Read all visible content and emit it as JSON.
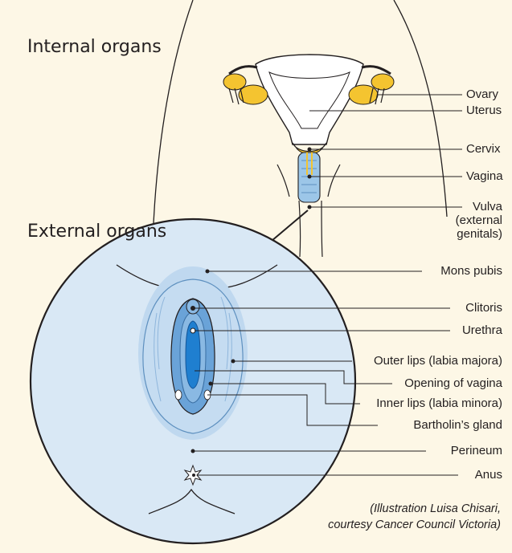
{
  "headings": {
    "internal": "Internal organs",
    "external": "External organs"
  },
  "internal_labels": {
    "ovary": "Ovary",
    "uterus": "Uterus",
    "cervix": "Cervix",
    "vagina": "Vagina",
    "vulva_line1": "Vulva",
    "vulva_line2": "(external",
    "vulva_line3": "genitals)"
  },
  "external_labels": {
    "mons_pubis": "Mons pubis",
    "clitoris": "Clitoris",
    "urethra": "Urethra",
    "outer_lips": "Outer lips (labia majora)",
    "opening_of_vagina": "Opening of vagina",
    "inner_lips": "Inner lips (labia minora)",
    "bartholins_gland": "Bartholin’s gland",
    "perineum": "Perineum",
    "anus": "Anus"
  },
  "credit": {
    "line1": "(Illustration Luisa  Chisari,",
    "line2": "courtesy Cancer Council Victoria)"
  },
  "colors": {
    "background": "#fdf7e6",
    "circle_fill": "#d9e8f5",
    "ovary_yellow": "#f4c430",
    "vagina_blue": "#9cc6e8",
    "opening_blue": "#1f7fd0",
    "line": "#231f20"
  }
}
